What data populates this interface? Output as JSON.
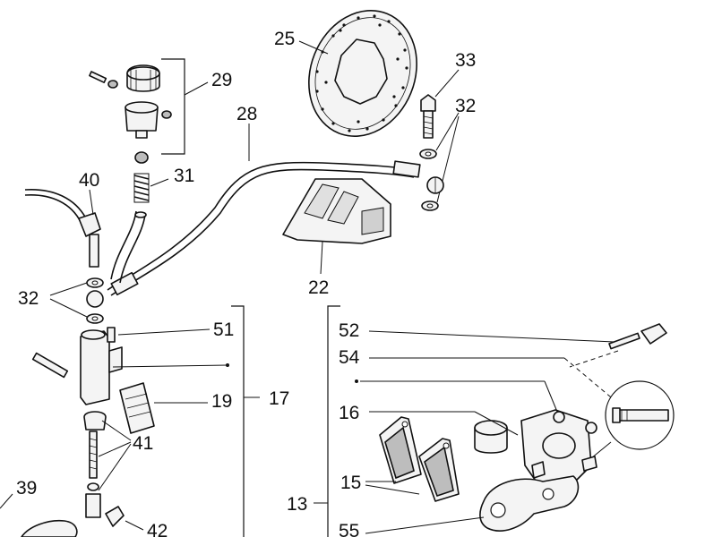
{
  "diagram": {
    "callouts": {
      "c25": "25",
      "c33": "33",
      "c29": "29",
      "c32a": "32",
      "c28": "28",
      "c40": "40",
      "c31": "31",
      "c22": "22",
      "c32b": "32",
      "c51": "51",
      "c52": "52",
      "c54": "54",
      "c19": "19",
      "c17": "17",
      "c16": "16",
      "c41": "41",
      "c15": "15",
      "c39": "39",
      "c13": "13",
      "c42": "42",
      "c55": "55"
    }
  }
}
